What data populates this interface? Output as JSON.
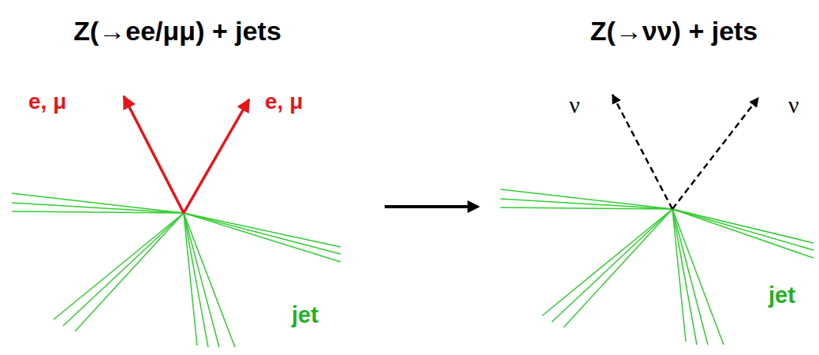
{
  "diagram": {
    "labels": [
      "Z(→ee/μμ) + jets",
      "Z(→νν) + jets",
      "e, μ",
      "e, μ",
      "jet",
      "ν",
      "ν",
      "jet"
    ]
  }
}
